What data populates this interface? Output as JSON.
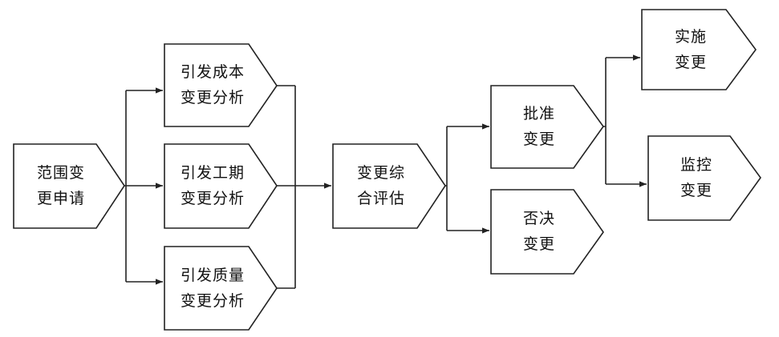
{
  "diagram": {
    "nodes": {
      "request": {
        "line1": "范围变",
        "line2": "更申请"
      },
      "cost": {
        "line1": "引发成本",
        "line2": "变更分析"
      },
      "schedule": {
        "line1": "引发工期",
        "line2": "变更分析"
      },
      "quality": {
        "line1": "引发质量",
        "line2": "变更分析"
      },
      "evaluate": {
        "line1": "变更综",
        "line2": "合评估"
      },
      "approve": {
        "line1": "批准",
        "line2": "变更"
      },
      "reject": {
        "line1": "否决",
        "line2": "变更"
      },
      "implement": {
        "line1": "实施",
        "line2": "变更"
      },
      "monitor": {
        "line1": "监控",
        "line2": "变更"
      }
    }
  }
}
